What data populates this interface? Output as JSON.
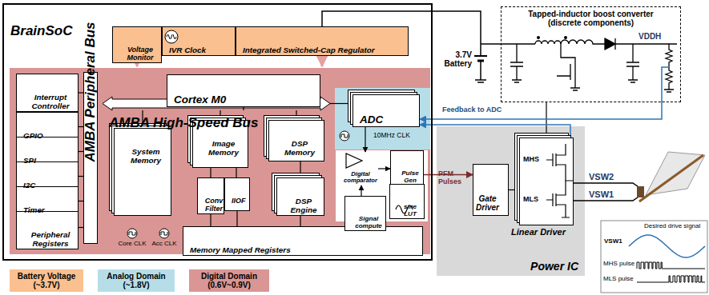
{
  "diagram": {
    "nodes": [
      {
        "text": [
          "BrainSoC"
        ]
      },
      {
        "text": [
          "Voltage Monitor"
        ],
        "in": 0
      },
      {
        "text": [
          "IVR Clock"
        ],
        "in": 0
      },
      {
        "text": [
          "Integrated Switched-Cap Regulator"
        ],
        "in": 0
      },
      {
        "text": [
          "Interrupt Controller"
        ],
        "in": 0
      },
      {
        "text": [
          "GPIO"
        ],
        "in": 0
      },
      {
        "text": [
          "SPI"
        ],
        "in": 0
      },
      {
        "text": [
          "I2C"
        ],
        "in": 0
      },
      {
        "text": [
          "Timer"
        ],
        "in": 0
      },
      {
        "text": [
          "Peripheral Registers"
        ],
        "in": 0
      },
      {
        "text": [
          "AMBA Peripheral Bus"
        ],
        "in": 0
      },
      {
        "text": [
          "Cortex M0"
        ],
        "in": 0
      },
      {
        "text": [
          "AMBA High-Speed Bus"
        ],
        "in": 0
      },
      {
        "text": [
          "System Memory"
        ],
        "in": 0
      },
      {
        "text": [
          "Image Memory"
        ],
        "in": 0
      },
      {
        "text": [
          "Conv Filter"
        ],
        "in": 0
      },
      {
        "text": [
          "IIOF"
        ],
        "in": 0
      },
      {
        "text": [
          "DSP Memory"
        ],
        "in": 0
      },
      {
        "text": [
          "DSP Engine"
        ],
        "in": 0
      },
      {
        "text": [
          "Memory Mapped Registers"
        ],
        "in": 0
      },
      {
        "text": [
          "ADC"
        ],
        "in": 0
      },
      {
        "text": [
          "Digital comparator"
        ],
        "in": 0
      },
      {
        "text": [
          "Pulse Gen"
        ],
        "in": 0
      },
      {
        "text": [
          "Signal compute"
        ],
        "in": 0
      },
      {
        "text": [
          "sine LUT"
        ],
        "in": 0
      },
      {
        "text": [
          "Power IC"
        ]
      },
      {
        "text": [
          "Linear Driver"
        ],
        "in": 25
      },
      {
        "text": [
          "Gate Driver"
        ],
        "in": 25
      },
      {
        "text": [
          "Tapped-inductor boost converter (discrete components)"
        ]
      }
    ],
    "edges": [
      {
        "from": 11,
        "to": 12,
        "arrow": "none"
      },
      {
        "from": 13,
        "to": 12,
        "arrow": "none"
      },
      {
        "from": 14,
        "to": 12,
        "arrow": "none"
      },
      {
        "from": 17,
        "to": 12,
        "arrow": "none"
      },
      {
        "from": 12,
        "to": 20,
        "arrow": "none"
      },
      {
        "from": 4,
        "to": 10,
        "arrow": "none"
      },
      {
        "from": 5,
        "to": 10,
        "arrow": "none"
      },
      {
        "from": 6,
        "to": 10,
        "arrow": "none"
      },
      {
        "from": 7,
        "to": 10,
        "arrow": "none"
      },
      {
        "from": 8,
        "to": 10,
        "arrow": "none"
      },
      {
        "from": 9,
        "to": 10,
        "arrow": "none"
      },
      {
        "from": 14,
        "to": 15,
        "arrow": "none"
      },
      {
        "from": 14,
        "to": 16,
        "arrow": "none"
      },
      {
        "from": 17,
        "to": 18,
        "arrow": "none"
      },
      {
        "from": 15,
        "to": 19,
        "arrow": "none"
      },
      {
        "from": 16,
        "to": 19,
        "arrow": "none"
      },
      {
        "from": 18,
        "to": 19,
        "arrow": "none"
      },
      {
        "from": 20,
        "to": 21,
        "arrow": "to"
      },
      {
        "from": 21,
        "to": 22,
        "arrow": "to"
      },
      {
        "from": 23,
        "to": 21,
        "arrow": "to"
      },
      {
        "from": 22,
        "to": 27,
        "label": "PFM Pulses",
        "arrow": "to"
      },
      {
        "from": 27,
        "to": 26,
        "arrow": "none"
      },
      {
        "from": 28,
        "to": 26,
        "arrow": "none"
      },
      {
        "from": 28,
        "to": 20,
        "label": "Feedback to ADC",
        "arrow": "to"
      },
      {
        "from": 26,
        "to": 20,
        "arrow": "to"
      }
    ],
    "labels": [
      "3.7V Battery",
      "VDDH",
      "10MHz CLK",
      "Core CLK",
      "Acc CLK",
      "MHS",
      "MLS",
      "VSW2",
      "VSW1",
      "Desired drive signal",
      "VSW1",
      "MHS pulse",
      "MLS pulse"
    ],
    "legend": [
      {
        "text": "Battery Voltage (~3.7V)",
        "color": "#fac090"
      },
      {
        "text": "Analog Domain (~1.8V)",
        "color": "#b7dee8"
      },
      {
        "text": "Digital Domain (0.6V~0.9V)",
        "color": "#d99694"
      }
    ]
  }
}
